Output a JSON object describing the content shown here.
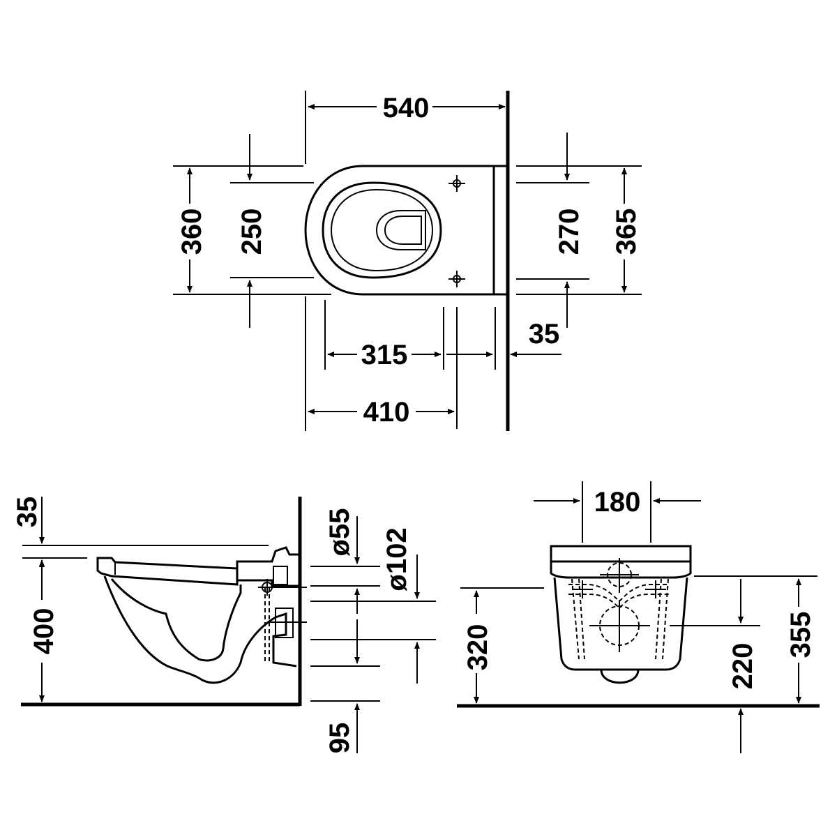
{
  "drawing": {
    "views": {
      "top": {
        "dimensions": {
          "overall_length": "540",
          "seat_width": "360",
          "bowl_inner_width": "250",
          "fixing_spacing": "270",
          "rear_width": "365",
          "bowl_length": "315",
          "fixing_offset": "35",
          "fixing_position": "410"
        }
      },
      "side": {
        "dimensions": {
          "seat_thickness": "35",
          "rim_height": "400",
          "outlet_diameter": "ø55",
          "inlet_diameter": "ø102",
          "outlet_height_offset": "95"
        }
      },
      "rear": {
        "dimensions": {
          "outlet_width": "180",
          "inlet_height": "320",
          "outlet_height": "220",
          "overall_height": "355"
        }
      }
    }
  }
}
